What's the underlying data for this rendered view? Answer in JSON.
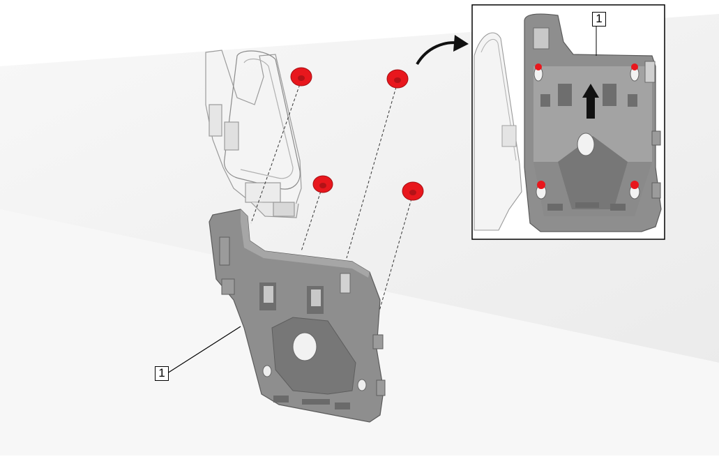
{
  "diagram": {
    "callouts": [
      {
        "id": "main",
        "label": "1"
      },
      {
        "id": "inset",
        "label": "1"
      }
    ],
    "colors": {
      "background_band": "#f0f0f0",
      "bracket_fill": "#8e8e8e",
      "bracket_dark": "#6e6e6e",
      "bracket_light": "#b9b9b9",
      "clip_color": "#e8171d",
      "leader_line": "#000000",
      "inset_border": "#000000"
    },
    "icons": [
      "red-clip-icon",
      "direction-arrow-icon",
      "curved-arrow-icon"
    ]
  }
}
